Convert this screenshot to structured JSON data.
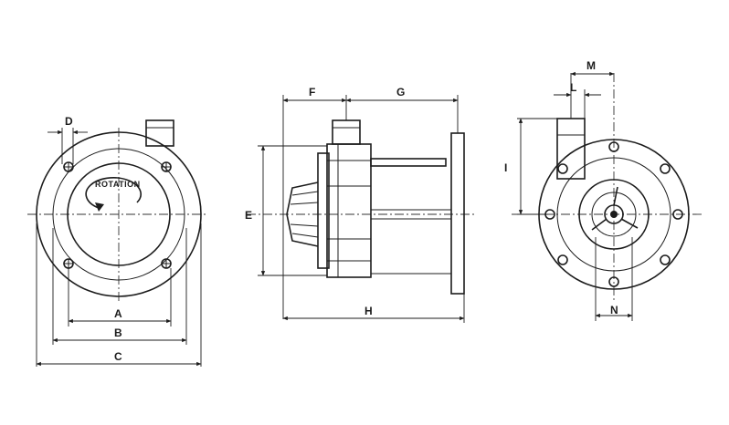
{
  "labels": {
    "a": "A",
    "b": "B",
    "c": "C",
    "d": "D",
    "e": "E",
    "f": "F",
    "g": "G",
    "h": "H",
    "i": "I",
    "l": "L",
    "m": "M",
    "n": "N"
  },
  "rotation_text": "ROTATION"
}
